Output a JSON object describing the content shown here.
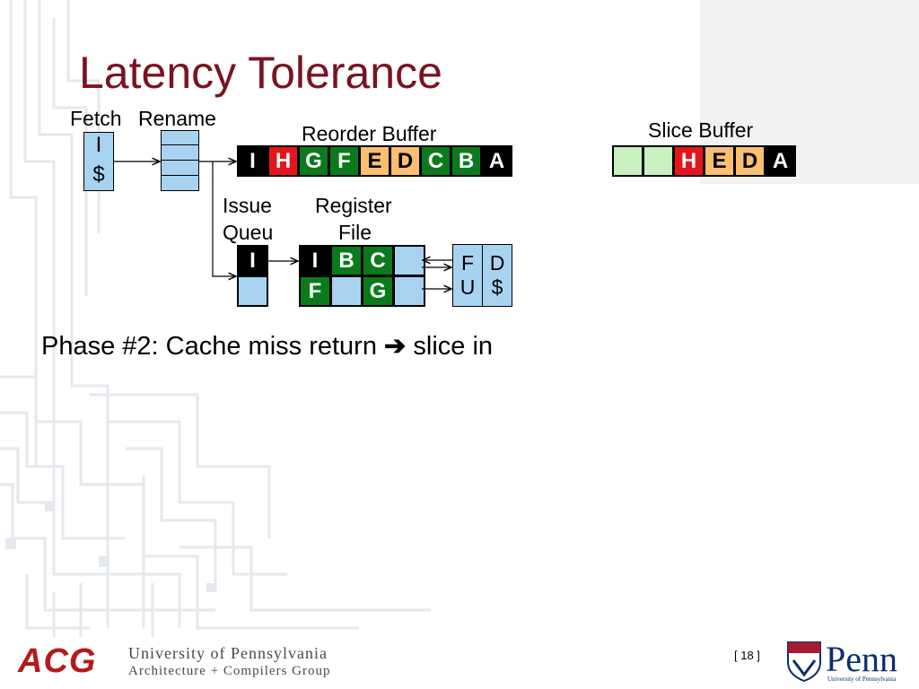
{
  "slide": {
    "title": "Latency Tolerance",
    "page_number": "[ 18 ]"
  },
  "labels": {
    "fetch": "Fetch",
    "rename": "Rename",
    "reorder_buffer": "Reorder Buffer",
    "slice_buffer": "Slice Buffer",
    "issue_line1": "Issue",
    "issue_line2": "Queu",
    "regfile_line1": "Register",
    "regfile_line2": "File"
  },
  "icache": {
    "line1": "I",
    "line2": "$"
  },
  "fu": {
    "line1": "F",
    "line2": "U"
  },
  "dcache": {
    "line1": "D",
    "line2": "$"
  },
  "reorder_buffer": [
    "I",
    "H",
    "G",
    "F",
    "E",
    "D",
    "C",
    "B",
    "A"
  ],
  "slice_buffer": [
    "",
    "",
    "H",
    "E",
    "D",
    "A"
  ],
  "issue_queue": [
    "I",
    ""
  ],
  "register_file": {
    "row1": [
      "I",
      "B",
      "C",
      ""
    ],
    "row2": [
      "F",
      "",
      "G",
      ""
    ]
  },
  "phase_text": {
    "before": "Phase #2: Cache miss return",
    "after": "slice in"
  },
  "footer": {
    "acg": "ACG",
    "university": "University of Pennsylvania",
    "group": "Architecture + Compilers Group",
    "penn": "Penn",
    "penn_sub": "University of Pennsylvania"
  },
  "colors": {
    "title": "#7a1320",
    "black_cell": "#000000",
    "red_cell": "#e8141b",
    "green_cell": "#0b7a1c",
    "orange_cell": "#fbbf6f",
    "blue_cell": "#a8d3f0",
    "lightgreen_cell": "#c8f0c0"
  }
}
